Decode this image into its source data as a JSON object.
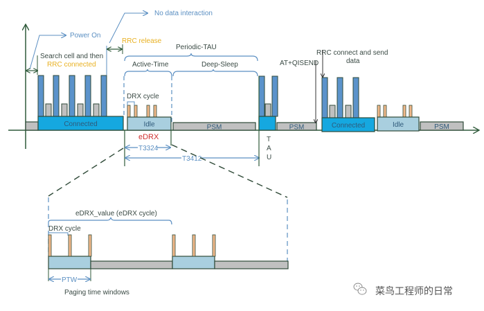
{
  "colors": {
    "axis": "#2f5a3a",
    "connected": "#15a8e0",
    "idle": "#a9cfdf",
    "psm": "#c0c0c0",
    "pulse_blue": "#5b93cb",
    "pulse_gray": "#c0c0c0",
    "pulse_orange": "#f2b98a",
    "annotation_blue": "#5b8fc2",
    "highlight_yellow": "#e8b020",
    "edrx_red": "#d03030"
  },
  "top_timeline": {
    "annotations": {
      "power_on": "Power On",
      "no_data_interaction": "No data interaction",
      "search_cell_line1": "Search cell and then",
      "search_cell_line2": "RRC connected",
      "rrc_release": "RRC release",
      "periodic_tau": "Periodic-TAU",
      "active_time": "Active-Time",
      "deep_sleep": "Deep-Sleep",
      "drx_cycle": "DRX cycle",
      "edrx": "eDRX",
      "t3324": "T3324",
      "t3412": "T3412",
      "tau_vertical": [
        "T",
        "A",
        "U"
      ],
      "at_qisend": "AT+QISEND",
      "rrc_connect_line1": "RRC connect and send",
      "rrc_connect_line2": "data"
    },
    "states": [
      {
        "type": "psm",
        "label": ""
      },
      {
        "type": "connected",
        "label": "Connected"
      },
      {
        "type": "idle",
        "label": "Idle"
      },
      {
        "type": "psm",
        "label": "PSM"
      },
      {
        "type": "connected",
        "label": ""
      },
      {
        "type": "psm",
        "label": "PSM"
      },
      {
        "type": "connected",
        "label": "Connected"
      },
      {
        "type": "idle",
        "label": "Idle"
      },
      {
        "type": "psm",
        "label": "PSM"
      }
    ]
  },
  "zoom_detail": {
    "edrx_value": "eDRX_value (eDRX cycle)",
    "drx_cycle": "DRX cycle",
    "ptw": "PTW",
    "paging_time_windows": "Paging time windows"
  },
  "watermark": {
    "icon": "wechat-icon",
    "text": "菜鸟工程师的日常"
  }
}
